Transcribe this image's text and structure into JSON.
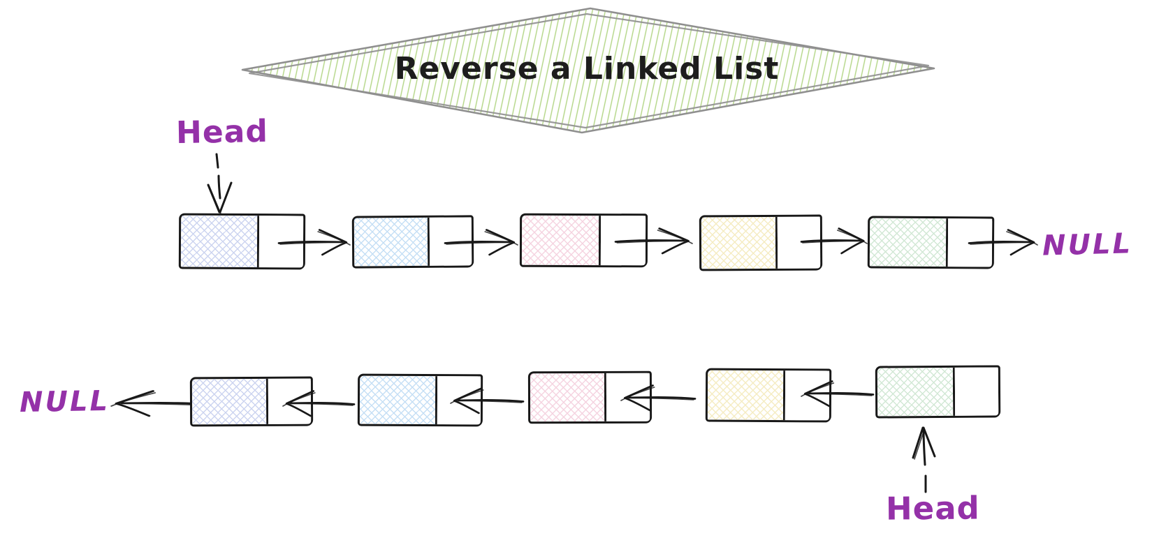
{
  "title": "Reverse a Linked List",
  "palette": {
    "label_purple": "#9431a8",
    "ink_black": "#181818",
    "diamond_stroke_gray": "#8f8f8f",
    "diamond_hatch_green": "#aed177"
  },
  "top_list": {
    "head_label": "Head",
    "head_position": "first-node",
    "terminator_label": "NULL",
    "link_direction": "right",
    "node_fill_colors": [
      "#ccd4f0",
      "#c5dff5",
      "#f5d3e0",
      "#f5ecc2",
      "#d2e8d5"
    ]
  },
  "bottom_list": {
    "head_label": "Head",
    "head_position": "last-node",
    "terminator_label": "NULL",
    "link_direction": "left",
    "node_fill_colors": [
      "#ccd4f0",
      "#c5dff5",
      "#f5d3e0",
      "#f5ecc2",
      "#d2e8d5"
    ]
  }
}
